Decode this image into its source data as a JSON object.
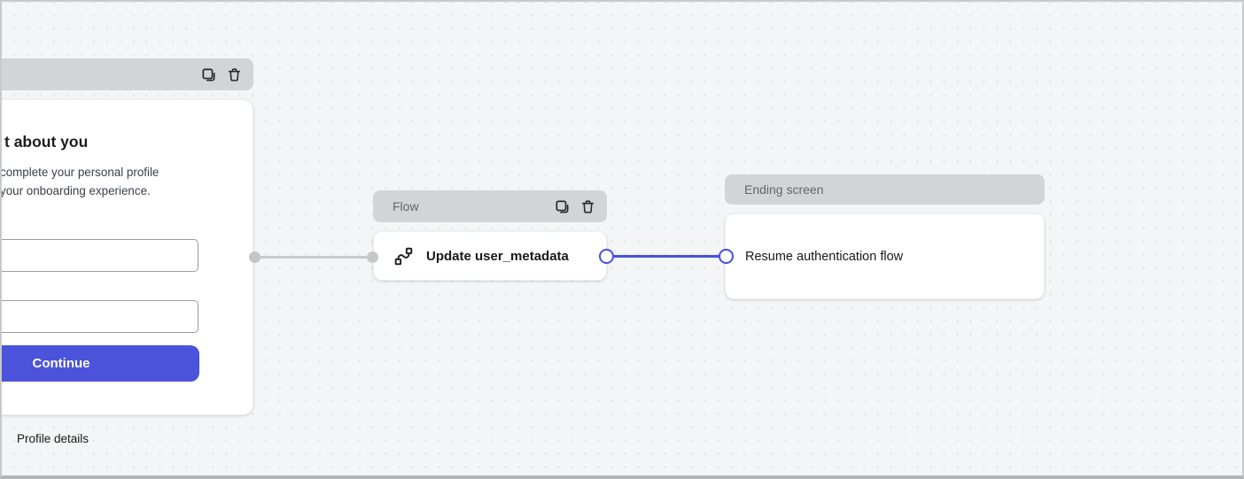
{
  "profile_card": {
    "title": "t about you",
    "description_line1": "complete your personal profile",
    "description_line2": "your onboarding experience.",
    "field1": {
      "value": "",
      "placeholder": ""
    },
    "field2": {
      "value": "",
      "placeholder": ""
    },
    "button_label": "Continue",
    "footer_label": "Profile details"
  },
  "flow_node": {
    "header_label": "Flow",
    "body_label": "Update user_metadata",
    "icon": "flow-icon",
    "header_icons": [
      "copy-icon",
      "trash-icon"
    ]
  },
  "ending_node": {
    "header_label": "Ending screen",
    "body_label": "Resume authentication flow"
  },
  "colors": {
    "canvas_bg": "#f4f5f6",
    "node_header_bg": "#d3d4d5",
    "accent_blue": "#4a53d9",
    "connection_blue": "#4351e1",
    "connection_gray": "#c9cacc"
  }
}
